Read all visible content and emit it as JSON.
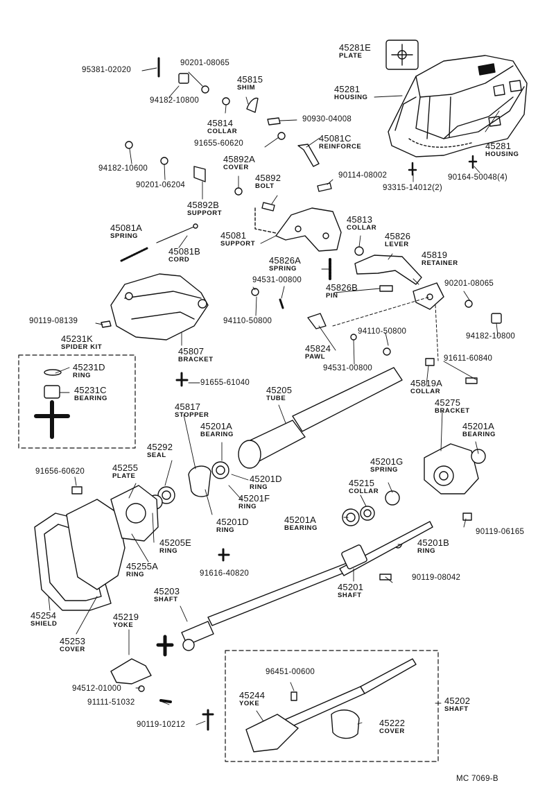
{
  "diagram_code": "MC  7069-B",
  "labels": [
    {
      "id": "45281E",
      "text": "45281E",
      "sub": "PLATE"
    },
    {
      "id": "45281a",
      "text": "45281",
      "sub": "HOUSING"
    },
    {
      "id": "45281b",
      "text": "45281",
      "sub": "HOUSING"
    },
    {
      "id": "95381",
      "text": "95381-02020"
    },
    {
      "id": "90201a",
      "text": "90201-08065"
    },
    {
      "id": "94182a",
      "text": "94182-10800"
    },
    {
      "id": "45815",
      "text": "45815",
      "sub": "SHIM"
    },
    {
      "id": "45814",
      "text": "45814",
      "sub": "COLLAR"
    },
    {
      "id": "90930",
      "text": "90930-04008"
    },
    {
      "id": "91655a",
      "text": "91655-60620"
    },
    {
      "id": "45081C",
      "text": "45081C",
      "sub": "REINFORCE"
    },
    {
      "id": "45892A",
      "text": "45892A",
      "sub": "COVER"
    },
    {
      "id": "94182b",
      "text": "94182-10600"
    },
    {
      "id": "90201b",
      "text": "90201-06204"
    },
    {
      "id": "45892",
      "text": "45892",
      "sub": "BOLT"
    },
    {
      "id": "90114",
      "text": "90114-08002"
    },
    {
      "id": "93315",
      "text": "93315-14012(2)"
    },
    {
      "id": "90164",
      "text": "90164-50048(4)"
    },
    {
      "id": "45892B",
      "text": "45892B",
      "sub": "SUPPORT"
    },
    {
      "id": "45081A",
      "text": "45081A",
      "sub": "SPRING"
    },
    {
      "id": "45081",
      "text": "45081",
      "sub": "SUPPORT"
    },
    {
      "id": "45081B",
      "text": "45081B",
      "sub": "CORD"
    },
    {
      "id": "45813",
      "text": "45813",
      "sub": "COLLAR"
    },
    {
      "id": "45826",
      "text": "45826",
      "sub": "LEVER"
    },
    {
      "id": "45826A",
      "text": "45826A",
      "sub": "SPRING"
    },
    {
      "id": "45819",
      "text": "45819",
      "sub": "RETAINER"
    },
    {
      "id": "94531a",
      "text": "94531-00800"
    },
    {
      "id": "45826B",
      "text": "45826B",
      "sub": "PIN"
    },
    {
      "id": "90201c",
      "text": "90201-08065"
    },
    {
      "id": "90119a",
      "text": "90119-08139"
    },
    {
      "id": "94110a",
      "text": "94110-50800"
    },
    {
      "id": "94110b",
      "text": "94110-50800"
    },
    {
      "id": "94182c",
      "text": "94182-10800"
    },
    {
      "id": "45824",
      "text": "45824",
      "sub": "PAWL"
    },
    {
      "id": "94531b",
      "text": "94531-00800"
    },
    {
      "id": "45231K",
      "text": "45231K",
      "sub": "SPIDER KIT"
    },
    {
      "id": "45807",
      "text": "45807",
      "sub": "BRACKET"
    },
    {
      "id": "45231D",
      "text": "45231D",
      "sub": "RING"
    },
    {
      "id": "45231C",
      "text": "45231C",
      "sub": "BEARING"
    },
    {
      "id": "91611",
      "text": "91611-60840"
    },
    {
      "id": "45819A",
      "text": "45819A",
      "sub": "COLLAR"
    },
    {
      "id": "91655b",
      "text": "91655-61040"
    },
    {
      "id": "45205",
      "text": "45205",
      "sub": "TUBE"
    },
    {
      "id": "45275",
      "text": "45275",
      "sub": "BRACKET"
    },
    {
      "id": "45817",
      "text": "45817",
      "sub": "STOPPER"
    },
    {
      "id": "45201Aa",
      "text": "45201A",
      "sub": "BEARING"
    },
    {
      "id": "45201Ab",
      "text": "45201A",
      "sub": "BEARING"
    },
    {
      "id": "45292",
      "text": "45292",
      "sub": "SEAL"
    },
    {
      "id": "91656",
      "text": "91656-60620"
    },
    {
      "id": "45255",
      "text": "45255",
      "sub": "PLATE"
    },
    {
      "id": "45201Da",
      "text": "45201D",
      "sub": "RING"
    },
    {
      "id": "45201F",
      "text": "45201F",
      "sub": "RING"
    },
    {
      "id": "45201G",
      "text": "45201G",
      "sub": "SPRING"
    },
    {
      "id": "45215",
      "text": "45215",
      "sub": "COLLAR"
    },
    {
      "id": "45201Db",
      "text": "45201D",
      "sub": "RING"
    },
    {
      "id": "45201Ac",
      "text": "45201A",
      "sub": "BEARING"
    },
    {
      "id": "90119b",
      "text": "90119-06165"
    },
    {
      "id": "45205E",
      "text": "45205E",
      "sub": "RING"
    },
    {
      "id": "45201B",
      "text": "45201B",
      "sub": "RING"
    },
    {
      "id": "91616",
      "text": "91616-40820"
    },
    {
      "id": "45255A",
      "text": "45255A",
      "sub": "RING"
    },
    {
      "id": "90119c",
      "text": "90119-08042"
    },
    {
      "id": "45201",
      "text": "45201",
      "sub": "SHAFT"
    },
    {
      "id": "45203",
      "text": "45203",
      "sub": "SHAFT"
    },
    {
      "id": "45254",
      "text": "45254",
      "sub": "SHIELD"
    },
    {
      "id": "45219",
      "text": "45219",
      "sub": "YOKE"
    },
    {
      "id": "45253",
      "text": "45253",
      "sub": "COVER"
    },
    {
      "id": "96451",
      "text": "96451-00600"
    },
    {
      "id": "45244",
      "text": "45244",
      "sub": "YOKE"
    },
    {
      "id": "45202",
      "text": "45202",
      "sub": "SHAFT"
    },
    {
      "id": "94512",
      "text": "94512-01000"
    },
    {
      "id": "91111",
      "text": "91111-51032"
    },
    {
      "id": "45222",
      "text": "45222",
      "sub": "COVER"
    },
    {
      "id": "90119d",
      "text": "90119-10212"
    }
  ]
}
